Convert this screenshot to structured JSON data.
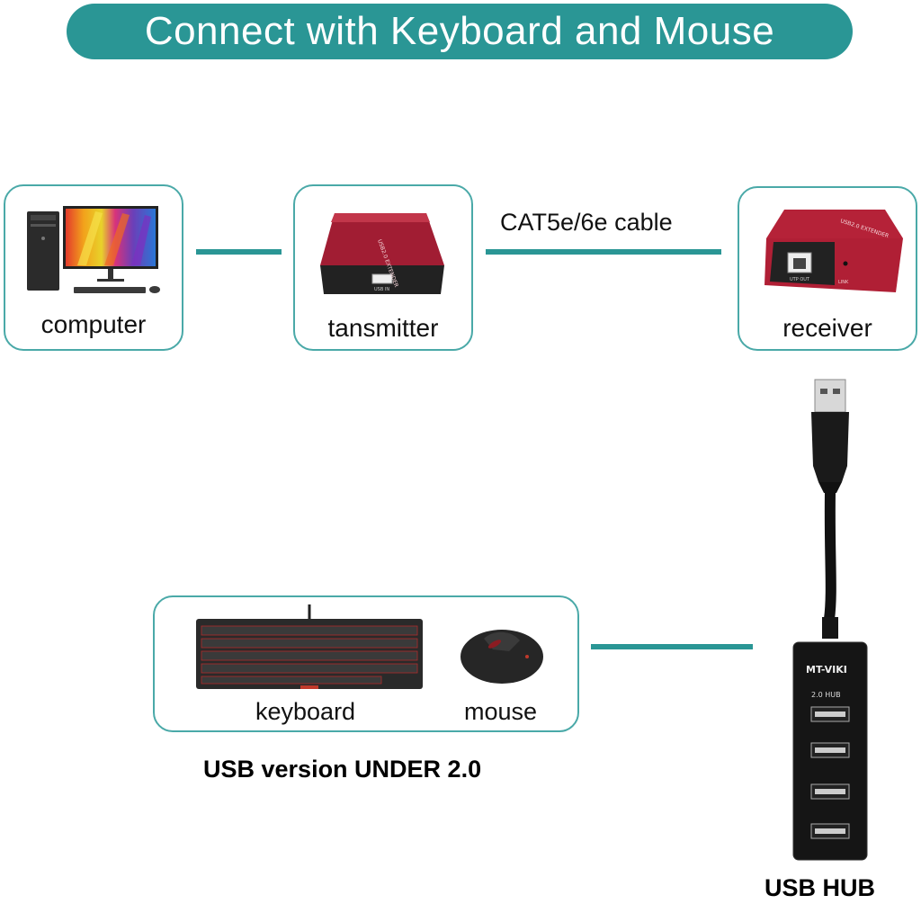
{
  "title": "Connect with Keyboard and Mouse",
  "devices": {
    "computer": "computer",
    "transmitter": "tansmitter",
    "receiver": "receiver",
    "keyboard": "keyboard",
    "mouse": "mouse"
  },
  "cable_label": "CAT5e/6e cable",
  "usb_note": "USB version UNDER 2.0",
  "hub_label": "USB HUB",
  "device_printing": {
    "transmitter_text": "USB2.0 EXTENDER",
    "transmitter_port": "USB IN",
    "receiver_text": "USB2.0 EXTENDER",
    "receiver_port": "UTP OUT",
    "receiver_led": "LINK",
    "hub_brand": "MT-VIKI",
    "hub_model": "2.0 HUB"
  },
  "colors": {
    "accent": "#2a9695",
    "device_red": "#9b1a2e",
    "border": "#4aa9a8"
  }
}
